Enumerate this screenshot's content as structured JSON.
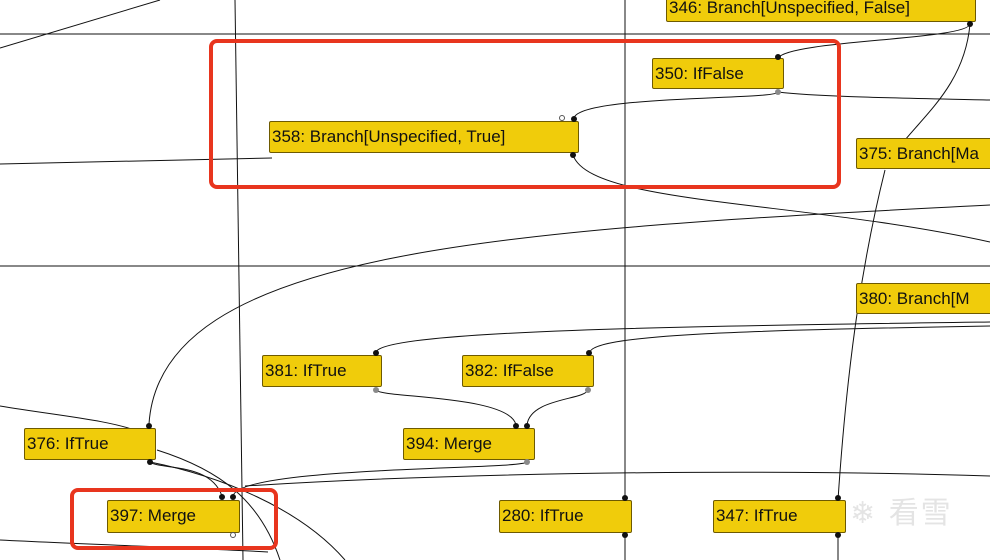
{
  "colors": {
    "node_fill": "#f0cc0b",
    "node_border": "#6e5a00",
    "edge": "#111111",
    "highlight": "#e8351e"
  },
  "nodes": [
    {
      "id": "346",
      "label": "346: Branch[Unspecified, False]"
    },
    {
      "id": "350",
      "label": "350: IfFalse"
    },
    {
      "id": "358",
      "label": "358: Branch[Unspecified, True]"
    },
    {
      "id": "375",
      "label": "375: Branch[Ma"
    },
    {
      "id": "380",
      "label": "380: Branch[M"
    },
    {
      "id": "381",
      "label": "381: IfTrue"
    },
    {
      "id": "382",
      "label": "382: IfFalse"
    },
    {
      "id": "376",
      "label": "376: IfTrue"
    },
    {
      "id": "394",
      "label": "394: Merge"
    },
    {
      "id": "397",
      "label": "397: Merge"
    },
    {
      "id": "280",
      "label": "280: IfTrue"
    },
    {
      "id": "347",
      "label": "347: IfTrue"
    }
  ],
  "edges": [
    {
      "from": "346",
      "to": "350"
    },
    {
      "from": "350",
      "to": "358"
    },
    {
      "from": "381",
      "to": "394"
    },
    {
      "from": "382",
      "to": "394"
    },
    {
      "from": "376",
      "to": "397"
    },
    {
      "from": "394",
      "to": "397"
    }
  ],
  "watermark": {
    "text": "看雪",
    "icon": "snowflake-icon"
  }
}
